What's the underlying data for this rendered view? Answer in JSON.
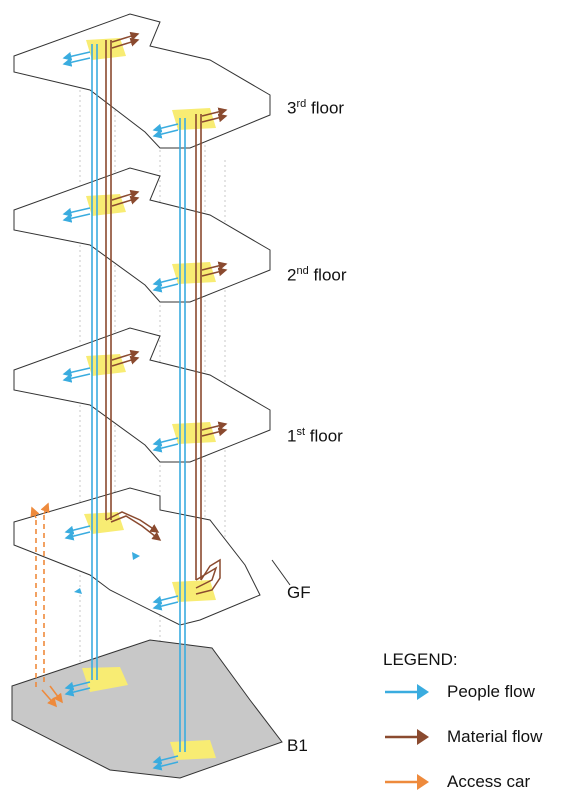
{
  "floors": [
    {
      "ord": "3",
      "sup": "rd",
      "word": "floor"
    },
    {
      "ord": "2",
      "sup": "nd",
      "word": "floor"
    },
    {
      "ord": "1",
      "sup": "st",
      "word": "floor"
    },
    {
      "ord": "GF",
      "sup": "",
      "word": ""
    },
    {
      "ord": "B1",
      "sup": "",
      "word": ""
    }
  ],
  "legend": {
    "title": "LEGEND:",
    "items": [
      {
        "label": "People flow",
        "color": "#3AACDF"
      },
      {
        "label": "Material flow",
        "color": "#8A4A2F"
      },
      {
        "label": "Access car",
        "color": "#EE8A3C"
      }
    ]
  },
  "colors": {
    "core": "#F8EC73",
    "basement": "#C8C8C8",
    "outline": "#333333"
  }
}
